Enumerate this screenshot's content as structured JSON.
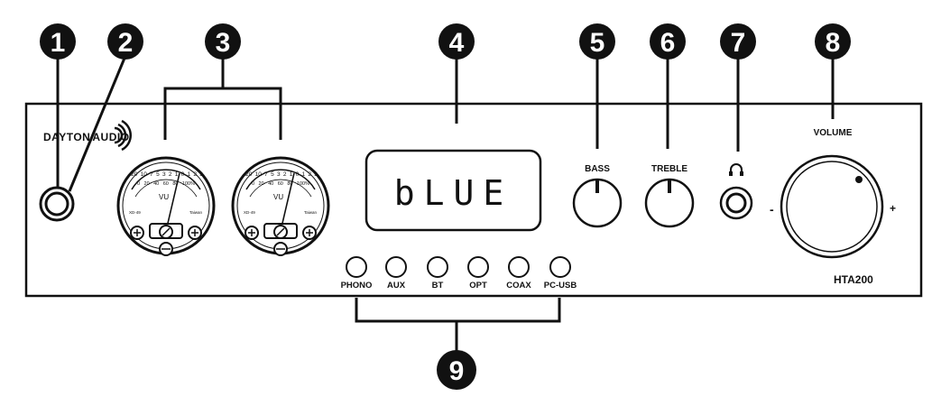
{
  "brand": {
    "name_left": "DAYTON",
    "name_right": "AUDIO"
  },
  "model": "HTA200",
  "display_text": "bLUE",
  "knobs": {
    "bass_label": "BASS",
    "treble_label": "TREBLE",
    "volume_label": "VOLUME",
    "volume_minus": "-",
    "volume_plus": "+"
  },
  "headphone_icon": "headphones-icon",
  "inputs": [
    "PHONO",
    "AUX",
    "BT",
    "OPT",
    "COAX",
    "PC-USB"
  ],
  "vu_meter": {
    "scale_top": [
      "-20",
      "10",
      "7",
      "5",
      "3",
      "2",
      "1",
      "0",
      "1",
      "2",
      "3"
    ],
    "scale_bottom": [
      "0",
      "20",
      "40",
      "60",
      "80",
      "100%"
    ],
    "label": "VU",
    "left_mark": "XD-49",
    "right_mark": "Taiwan"
  },
  "callouts": [
    "1",
    "2",
    "3",
    "4",
    "5",
    "6",
    "7",
    "8",
    "9"
  ]
}
